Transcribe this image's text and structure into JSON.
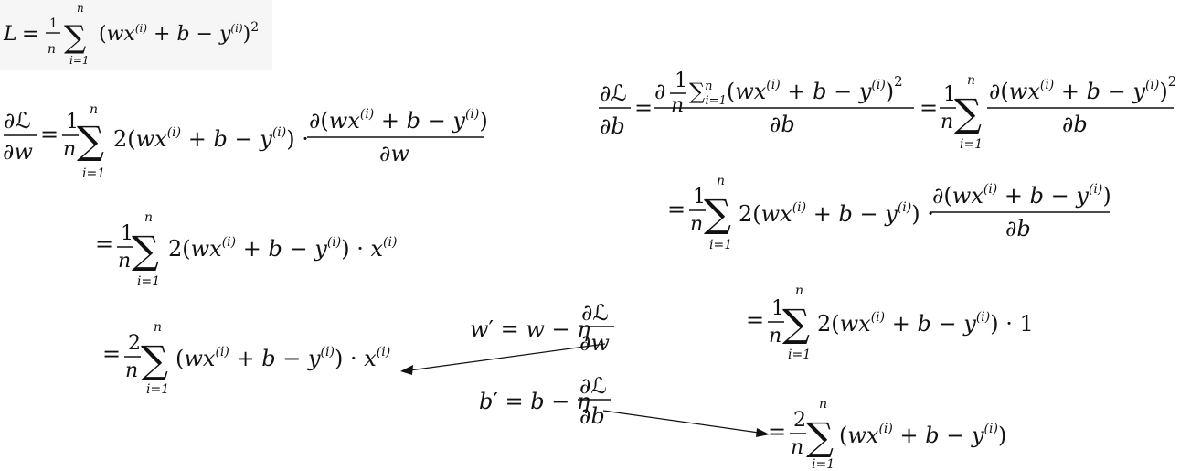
{
  "equations": {
    "loss": "L = 1/n Σ_{i=1}^{n} (wx^(i) + b − y^(i))^2",
    "dw_step1": "∂ℒ/∂w = 1/n Σ_{i=1}^{n} 2(wx^(i) + b − y^(i)) · ∂(wx^(i) + b − y^(i))/∂w",
    "dw_step2": "= 1/n Σ_{i=1}^{n} 2(wx^(i) + b − y^(i)) · x^(i)",
    "dw_step3": "= 2/n Σ_{i=1}^{n} (wx^(i) + b − y^(i)) · x^(i)",
    "db_step1": "∂ℒ/∂b = ∂ 1/n Σ_{i=1}^{n}(wx^(i) + b − y^(i))^2 / ∂b = 1/n Σ_{i=1}^{n} ∂(wx^(i) + b − y^(i))^2/∂b",
    "db_step2": "= 1/n Σ_{i=1}^{n} 2(wx^(i) + b − y^(i)) · ∂(wx^(i) + b − y^(i))/∂b",
    "db_step3": "= 1/n Σ_{i=1}^{n} 2(wx^(i) + b − y^(i)) · 1",
    "db_step4": "= 2/n Σ_{i=1}^{n} (wx^(i) + b − y^(i))",
    "update_w": "w′ = w − η ∂ℒ/∂w",
    "update_b": "b′ = b − η ∂ℒ/∂b"
  },
  "glyphs": {
    "L": "L",
    "script_L": "ℒ",
    "partial": "∂",
    "sum": "∑",
    "eq": "=",
    "one": "1",
    "two": "2",
    "n": "n",
    "i_eq_1": "i=1",
    "w": "w",
    "b": "b",
    "eta": "η",
    "minus": "−",
    "dot": "·",
    "w_prime": "w′",
    "b_prime": "b′"
  }
}
